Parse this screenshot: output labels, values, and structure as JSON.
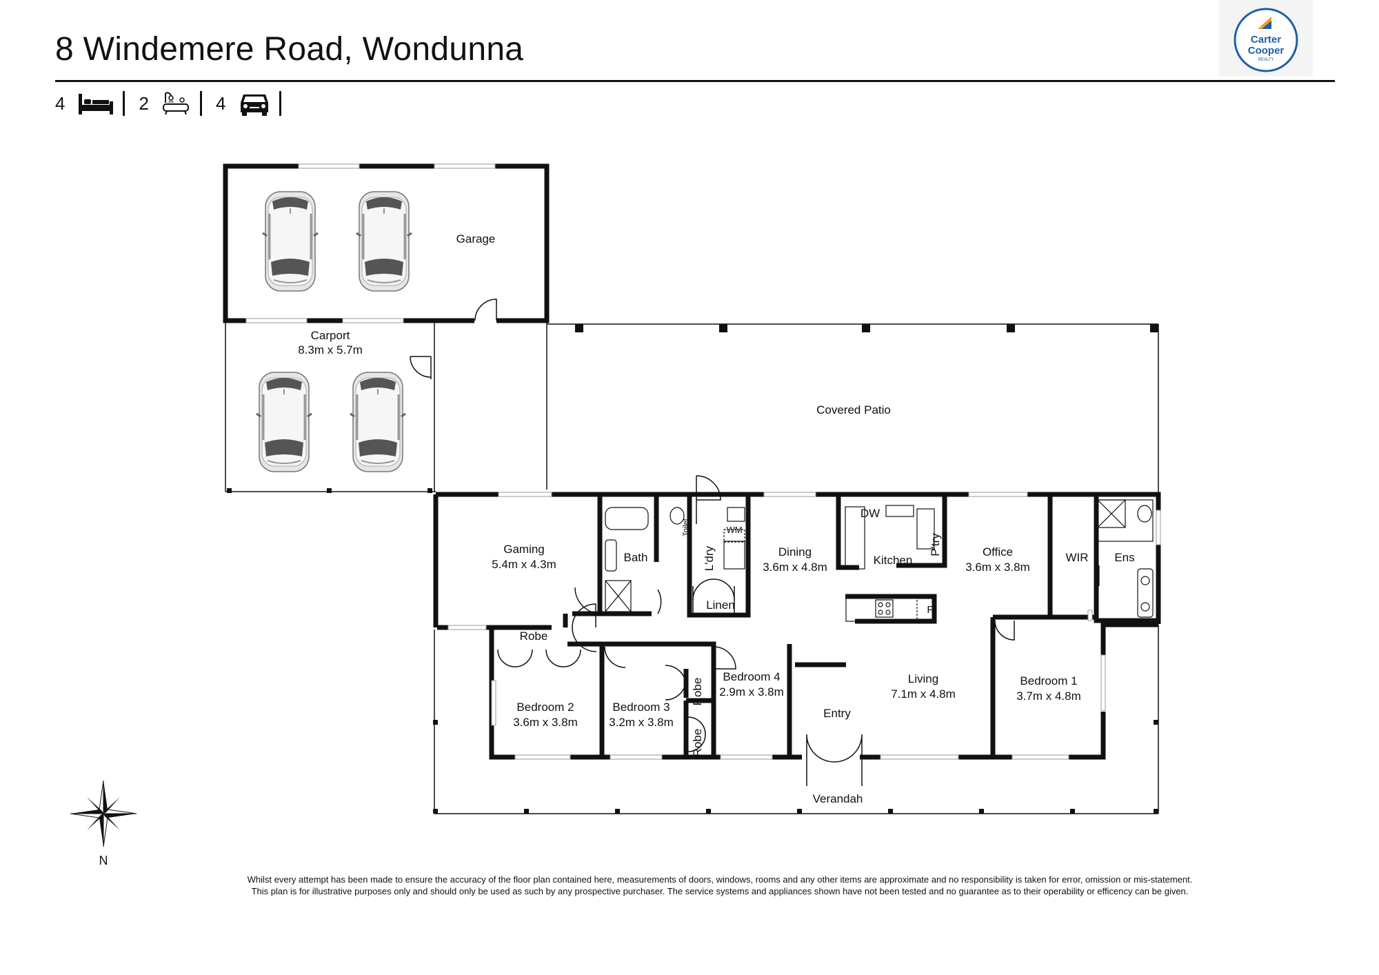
{
  "header": {
    "title": "8 Windemere Road, Wondunna",
    "features": [
      {
        "count": "4",
        "icon": "bed-icon"
      },
      {
        "count": "2",
        "icon": "bath-icon"
      },
      {
        "count": "4",
        "icon": "car-icon"
      }
    ]
  },
  "logo": {
    "line1": "Carter",
    "line2": "Cooper",
    "line3": "REALTY",
    "accent": "#f59a23",
    "brand": "#1d5fa8"
  },
  "rooms": {
    "garage": {
      "name": "Garage"
    },
    "carport": {
      "name": "Carport",
      "size": "8.3m x 5.7m"
    },
    "patio": {
      "name": "Covered Patio"
    },
    "gaming": {
      "name": "Gaming",
      "size": "5.4m x 4.3m"
    },
    "bath": {
      "name": "Bath"
    },
    "toilet": {
      "name": "Toilet"
    },
    "laundry": {
      "name": "L'dry"
    },
    "wm": {
      "name": "WM"
    },
    "linen": {
      "name": "Linen"
    },
    "dining": {
      "name": "Dining",
      "size": "3.6m x 4.8m"
    },
    "dw": {
      "name": "DW"
    },
    "kitchen": {
      "name": "Kitchen"
    },
    "pantry": {
      "name": "P'try"
    },
    "fridge": {
      "name": "F"
    },
    "office": {
      "name": "Office",
      "size": "3.6m x 3.8m"
    },
    "wir": {
      "name": "WIR"
    },
    "ens": {
      "name": "Ens"
    },
    "robe2": {
      "name": "Robe"
    },
    "bedroom2": {
      "name": "Bedroom 2",
      "size": "3.6m x 3.8m"
    },
    "bedroom3": {
      "name": "Bedroom 3",
      "size": "3.2m x 3.8m"
    },
    "robe3a": {
      "name": "Robe"
    },
    "robe3b": {
      "name": "Robe"
    },
    "bedroom4": {
      "name": "Bedroom 4",
      "size": "2.9m x 3.8m"
    },
    "entry": {
      "name": "Entry"
    },
    "living": {
      "name": "Living",
      "size": "7.1m x 4.8m"
    },
    "bedroom1": {
      "name": "Bedroom 1",
      "size": "3.7m x 4.8m"
    },
    "verandah": {
      "name": "Verandah"
    }
  },
  "compass": {
    "label": "N"
  },
  "disclaimer": {
    "line1": "Whilst every attempt has been made to ensure the accuracy of the floor plan contained here, measurements of doors, windows, rooms and any other items are approximate and no responsibility is taken for error, omission or mis-statement.",
    "line2": "This plan is for illustrative purposes only and should only be used as such by any prospective purchaser. The service systems and appliances shown have not been tested and no guarantee as to their operability or efficency can be given."
  }
}
